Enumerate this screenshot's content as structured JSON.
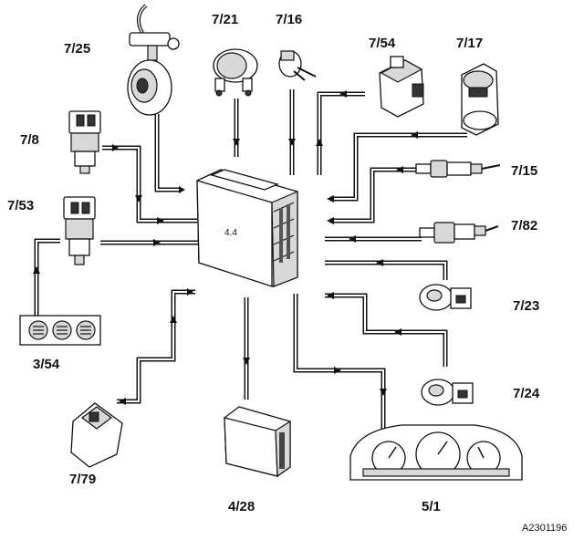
{
  "labels": {
    "l725": "7/25",
    "l721": "7/21",
    "l716": "7/16",
    "l754": "7/54",
    "l717": "7/17",
    "l78": "7/8",
    "l753": "7/53",
    "l715": "7/15",
    "l782": "7/82",
    "l723": "7/23",
    "l724": "7/24",
    "l354": "3/54",
    "l779": "7/79",
    "l428": "4/28",
    "l51": "5/1"
  },
  "ecu_label": "4.4",
  "reference": "A2301196",
  "colors": {
    "line": "#111111",
    "background": "#ffffff"
  }
}
